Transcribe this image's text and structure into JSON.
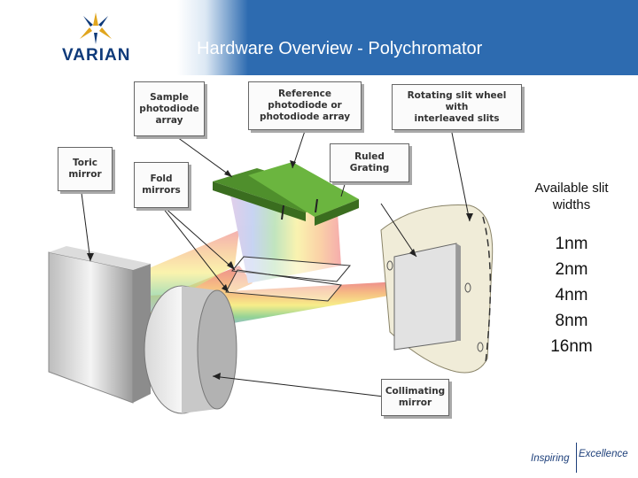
{
  "header": {
    "logo_text": "VARIAN",
    "title": "Hardware Overview - Polychromator"
  },
  "labels": {
    "sample_photodiode": "Sample\nphotodiode\narray",
    "reference_photodiode": "Reference\nphotodiode or\nphotodiode array",
    "rotating_slit": "Rotating slit wheel with\ninterleaved slits",
    "toric_mirror": "Toric\nmirror",
    "fold_mirrors": "Fold\nmirrors",
    "ruled_grating": "Ruled Grating",
    "collimating_mirror": "Collimating\nmirror"
  },
  "slit_widths": {
    "title": "Available slit\nwidths",
    "items": [
      "1nm",
      "2nm",
      "4nm",
      "8nm",
      "16nm"
    ]
  },
  "footer": {
    "line1": "Inspiring",
    "line2": "Excellence"
  },
  "colors": {
    "header_blue": "#2d6bb0",
    "logo_gold": "#e0a51e",
    "logo_navy": "#0e3a7a",
    "detector_green": "#5fa83a"
  }
}
